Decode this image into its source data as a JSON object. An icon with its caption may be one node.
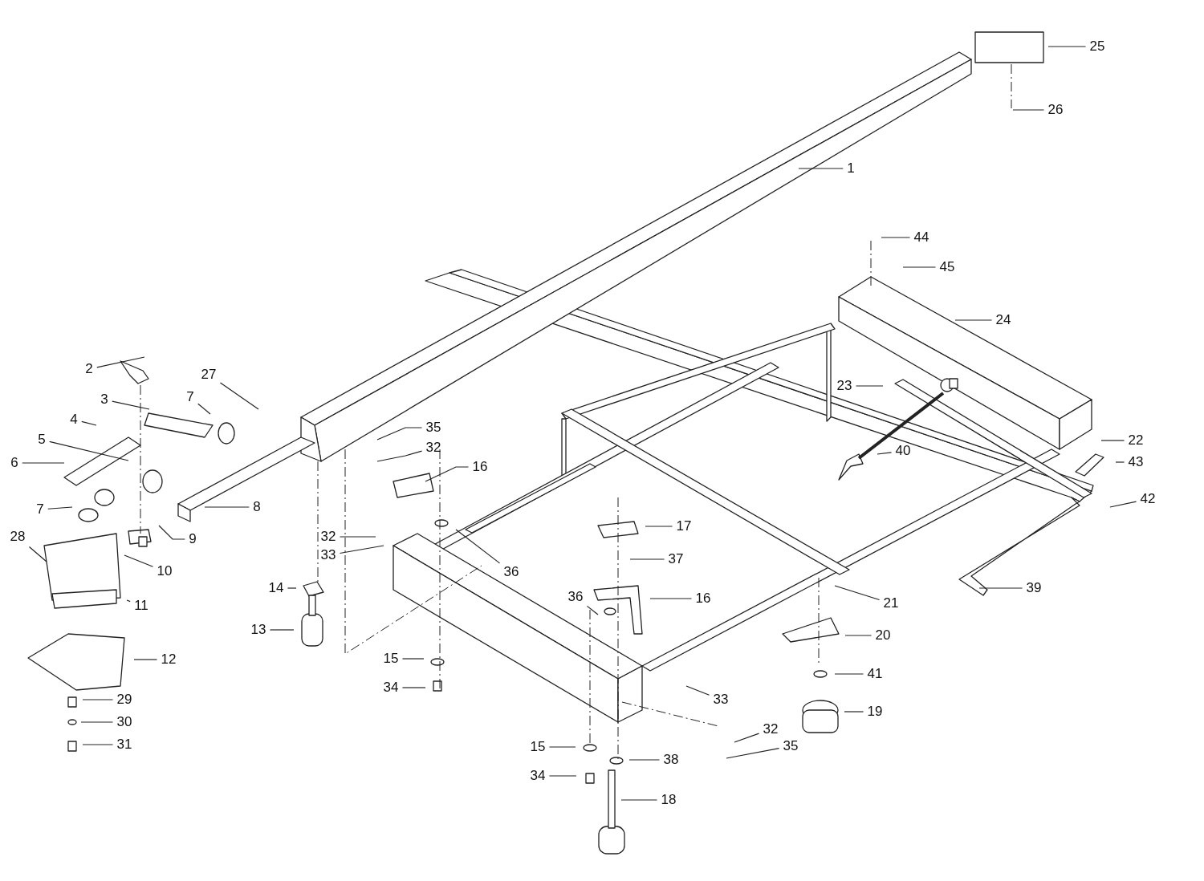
{
  "diagram": {
    "nodes": [
      {
        "text": [
          "25"
        ]
      },
      {
        "text": [
          "26"
        ]
      },
      {
        "text": [
          "1"
        ]
      },
      {
        "text": [
          "44"
        ]
      },
      {
        "text": [
          "45"
        ]
      },
      {
        "text": [
          "24"
        ]
      },
      {
        "text": [
          "2"
        ]
      },
      {
        "text": [
          "27"
        ]
      },
      {
        "text": [
          "23"
        ]
      },
      {
        "text": [
          "7"
        ]
      },
      {
        "text": [
          "3"
        ]
      },
      {
        "text": [
          "4"
        ]
      },
      {
        "text": [
          "35"
        ]
      },
      {
        "text": [
          "5"
        ]
      },
      {
        "text": [
          "22"
        ]
      },
      {
        "text": [
          "32"
        ]
      },
      {
        "text": [
          "40"
        ]
      },
      {
        "text": [
          "6"
        ]
      },
      {
        "text": [
          "43"
        ]
      },
      {
        "text": [
          "16"
        ]
      },
      {
        "text": [
          "42"
        ]
      },
      {
        "text": [
          "8"
        ]
      },
      {
        "text": [
          "7"
        ]
      },
      {
        "text": [
          "17"
        ]
      },
      {
        "text": [
          "28"
        ]
      },
      {
        "text": [
          "32"
        ]
      },
      {
        "text": [
          "9"
        ]
      },
      {
        "text": [
          "33"
        ]
      },
      {
        "text": [
          "37"
        ]
      },
      {
        "text": [
          "10"
        ]
      },
      {
        "text": [
          "36"
        ]
      },
      {
        "text": [
          "14"
        ]
      },
      {
        "text": [
          "39"
        ]
      },
      {
        "text": [
          "36"
        ]
      },
      {
        "text": [
          "16"
        ]
      },
      {
        "text": [
          "11"
        ]
      },
      {
        "text": [
          "21"
        ]
      },
      {
        "text": [
          "13"
        ]
      },
      {
        "text": [
          "20"
        ]
      },
      {
        "text": [
          "15"
        ]
      },
      {
        "text": [
          "12"
        ]
      },
      {
        "text": [
          "41"
        ]
      },
      {
        "text": [
          "34"
        ]
      },
      {
        "text": [
          "33"
        ]
      },
      {
        "text": [
          "29"
        ]
      },
      {
        "text": [
          "19"
        ]
      },
      {
        "text": [
          "30"
        ]
      },
      {
        "text": [
          "32"
        ]
      },
      {
        "text": [
          "31"
        ]
      },
      {
        "text": [
          "35"
        ]
      },
      {
        "text": [
          "15"
        ]
      },
      {
        "text": [
          "38"
        ]
      },
      {
        "text": [
          "34"
        ]
      },
      {
        "text": [
          "18"
        ]
      }
    ],
    "edges": [
      {
        "from": 0,
        "to": null,
        "arrow": "none"
      },
      {
        "from": 1,
        "to": null,
        "arrow": "none"
      },
      {
        "from": 2,
        "to": null,
        "arrow": "none"
      },
      {
        "from": 3,
        "to": null,
        "arrow": "none"
      },
      {
        "from": 4,
        "to": null,
        "arrow": "none"
      },
      {
        "from": 5,
        "to": null,
        "arrow": "none"
      },
      {
        "from": 6,
        "to": null,
        "arrow": "none"
      },
      {
        "from": 7,
        "to": null,
        "arrow": "none"
      },
      {
        "from": 8,
        "to": null,
        "arrow": "none"
      },
      {
        "from": 9,
        "to": null,
        "arrow": "none"
      },
      {
        "from": 10,
        "to": null,
        "arrow": "none"
      },
      {
        "from": 11,
        "to": null,
        "arrow": "none"
      },
      {
        "from": 12,
        "to": null,
        "arrow": "none"
      },
      {
        "from": 13,
        "to": null,
        "arrow": "none"
      },
      {
        "from": 14,
        "to": null,
        "arrow": "none"
      },
      {
        "from": 15,
        "to": null,
        "arrow": "none"
      },
      {
        "from": 16,
        "to": null,
        "arrow": "none"
      },
      {
        "from": 17,
        "to": null,
        "arrow": "none"
      },
      {
        "from": 18,
        "to": null,
        "arrow": "none"
      },
      {
        "from": 19,
        "to": null,
        "arrow": "none"
      },
      {
        "from": 20,
        "to": null,
        "arrow": "none"
      },
      {
        "from": 21,
        "to": null,
        "arrow": "none"
      },
      {
        "from": 22,
        "to": null,
        "arrow": "none"
      },
      {
        "from": 23,
        "to": null,
        "arrow": "none"
      },
      {
        "from": 24,
        "to": null,
        "arrow": "none"
      },
      {
        "from": 25,
        "to": null,
        "arrow": "none"
      },
      {
        "from": 26,
        "to": null,
        "arrow": "none"
      },
      {
        "from": 27,
        "to": null,
        "arrow": "none"
      },
      {
        "from": 28,
        "to": null,
        "arrow": "none"
      },
      {
        "from": 29,
        "to": null,
        "arrow": "none"
      },
      {
        "from": 30,
        "to": null,
        "arrow": "none"
      },
      {
        "from": 31,
        "to": null,
        "arrow": "none"
      },
      {
        "from": 32,
        "to": null,
        "arrow": "none"
      },
      {
        "from": 33,
        "to": null,
        "arrow": "none"
      },
      {
        "from": 34,
        "to": null,
        "arrow": "none"
      },
      {
        "from": 35,
        "to": null,
        "arrow": "none"
      },
      {
        "from": 36,
        "to": null,
        "arrow": "none"
      },
      {
        "from": 37,
        "to": null,
        "arrow": "none"
      },
      {
        "from": 38,
        "to": null,
        "arrow": "none"
      },
      {
        "from": 39,
        "to": null,
        "arrow": "none"
      },
      {
        "from": 40,
        "to": null,
        "arrow": "none"
      },
      {
        "from": 41,
        "to": null,
        "arrow": "none"
      },
      {
        "from": 42,
        "to": null,
        "arrow": "none"
      },
      {
        "from": 43,
        "to": null,
        "arrow": "none"
      },
      {
        "from": 44,
        "to": null,
        "arrow": "none"
      },
      {
        "from": 45,
        "to": null,
        "arrow": "none"
      },
      {
        "from": 46,
        "to": null,
        "arrow": "none"
      },
      {
        "from": 47,
        "to": null,
        "arrow": "none"
      },
      {
        "from": 48,
        "to": null,
        "arrow": "none"
      },
      {
        "from": 49,
        "to": null,
        "arrow": "none"
      },
      {
        "from": 50,
        "to": null,
        "arrow": "none"
      },
      {
        "from": 51,
        "to": null,
        "arrow": "none"
      },
      {
        "from": 52,
        "to": null,
        "arrow": "none"
      },
      {
        "from": 53,
        "to": null,
        "arrow": "none"
      }
    ]
  }
}
